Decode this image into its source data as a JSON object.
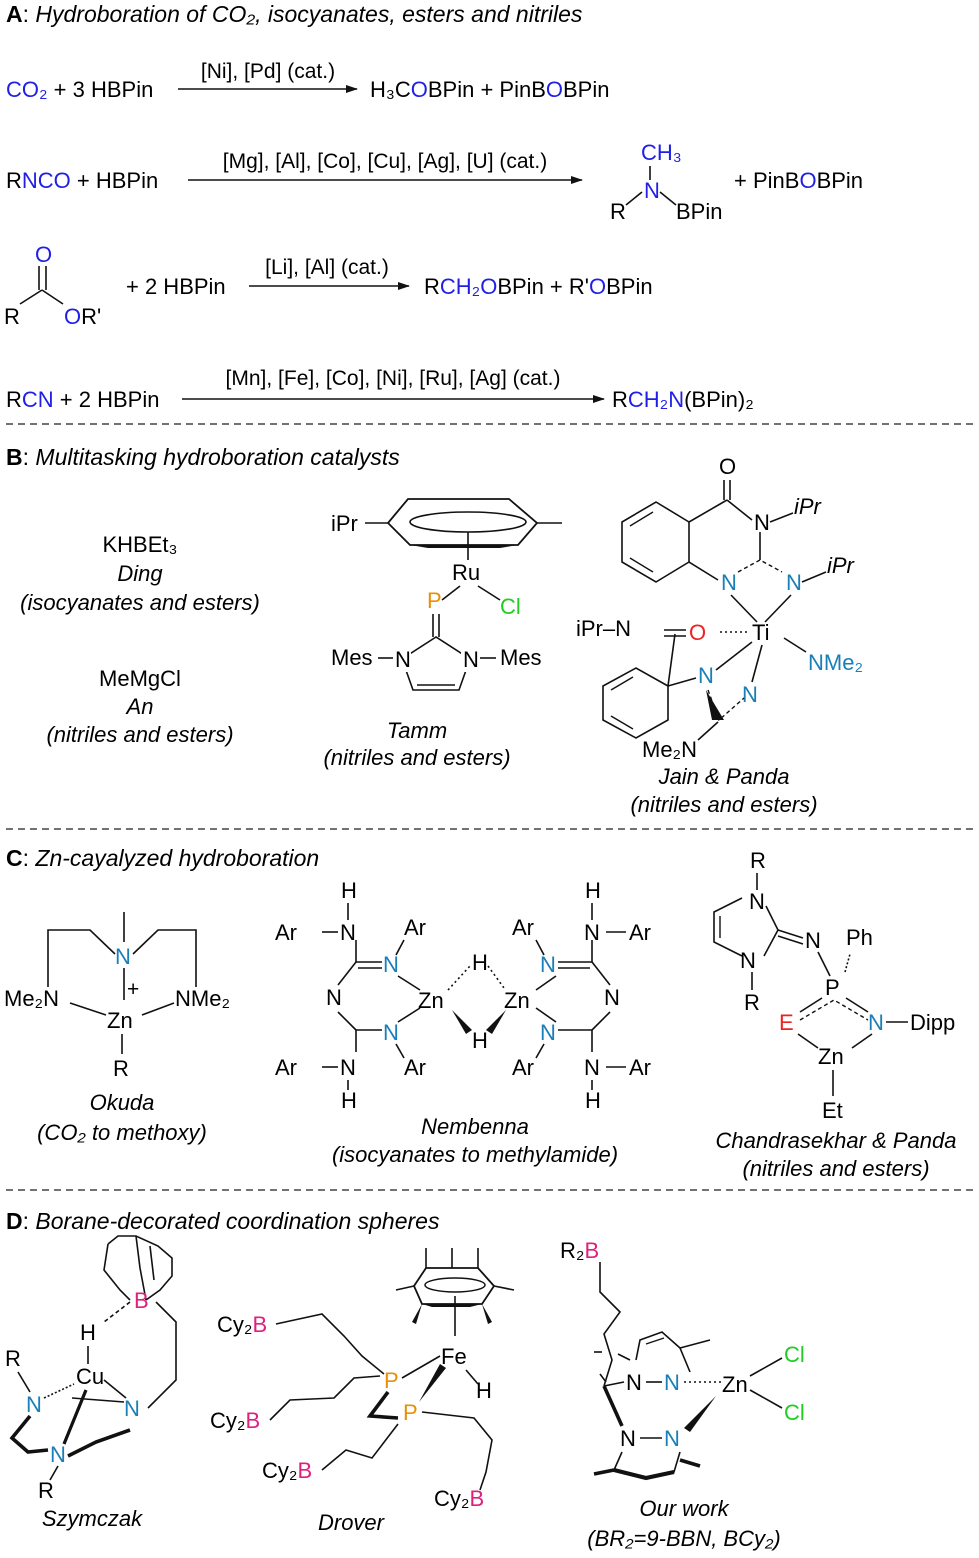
{
  "colors": {
    "blue": "#1f1fe6",
    "teal": "#1a7fb8",
    "orange": "#e8900a",
    "green": "#22cc22",
    "red": "#ee2222",
    "magenta": "#e0207f",
    "black": "#111111"
  },
  "sectionA": {
    "label": "A",
    "title": "Hydroboration of CO₂, isocyanates, esters and nitriles",
    "r1": {
      "lhs_a": "CO₂",
      "lhs_b": " + 3 HBPin",
      "cond": "[Ni], [Pd] (cat.)",
      "rhs_a": "H₃C",
      "rhs_b": "O",
      "rhs_c": "BPin + PinB",
      "rhs_d": "O",
      "rhs_e": "BPin"
    },
    "r2": {
      "lhs_a": "R",
      "lhs_b": "NCO",
      "lhs_c": " + HBPin",
      "cond": "[Mg], [Al],  [Co], [Cu], [Ag], [U] (cat.)",
      "ch3": "CH₃",
      "n": "N",
      "r": "R",
      "bpin": "BPin",
      "rhs_a": "+ PinB",
      "rhs_b": "O",
      "rhs_c": "BPin"
    },
    "r3": {
      "o1": "O",
      "r": "R",
      "o2": "O",
      "rprime": "R'",
      "plus": "+ 2 HBPin",
      "cond": "[Li], [Al] (cat.)",
      "rhs_a": "R",
      "rhs_b": "CH₂O",
      "rhs_c": "BPin + R'",
      "rhs_d": "O",
      "rhs_e": "BPin"
    },
    "r4": {
      "lhs_a": "R",
      "lhs_b": "CN",
      "lhs_c": " + 2 HBPin",
      "cond": "[Mn], [Fe], [Co], [Ni], [Ru], [Ag] (cat.)",
      "rhs_a": "R",
      "rhs_b": "CH₂N",
      "rhs_c": "(BPin)₂"
    }
  },
  "sectionB": {
    "label": "B",
    "title": "Multitasking hydroboration catalysts",
    "ding": {
      "formula": "KHBEt₃",
      "name": "Ding",
      "scope": "(isocyanates and esters)"
    },
    "an": {
      "formula": "MeMgCl",
      "name": "An",
      "scope": "(nitriles and esters)"
    },
    "tamm": {
      "ipr": "iPr",
      "ru": "Ru",
      "p": "P",
      "cl": "Cl",
      "mes1": "Mes",
      "mes2": "Mes",
      "n1": "N",
      "n2": "N",
      "name": "Tamm",
      "scope": "(nitriles and esters)"
    },
    "jain": {
      "o": "O",
      "n_top": "N",
      "ipr1": "iPr",
      "ipr2": "iPr",
      "n_a": "N",
      "n_b": "N",
      "ipr_n": "iPr–N",
      "o2": "O",
      "ti": "Ti",
      "nme2": "NMe₂",
      "n_c": "N",
      "n_d": "N",
      "me2n": "Me₂N",
      "name": "Jain & Panda",
      "scope": "(nitriles and esters)"
    }
  },
  "sectionC": {
    "label": "C",
    "title": "Zn-cayalyzed hydroboration",
    "okuda": {
      "n_top": "N",
      "me2n": "Me₂N",
      "nme2": "NMe₂",
      "zn": "Zn",
      "plus": "+",
      "r": "R",
      "name": "Okuda",
      "scope": "(CO₂ to methoxy)"
    },
    "nembenna": {
      "h": "H",
      "ar": "Ar",
      "n": "N",
      "zn": "Zn",
      "name": "Nembenna",
      "scope": "(isocyanates to methylamide)"
    },
    "chandra": {
      "r1": "R",
      "n1": "N",
      "n2": "N",
      "r2": "R",
      "n3": "N",
      "ph": "Ph",
      "p": "P",
      "e": "E",
      "n4": "N",
      "dipp": "Dipp",
      "zn": "Zn",
      "et": "Et",
      "name": "Chandrasekhar & Panda",
      "scope": "(nitriles and esters)"
    }
  },
  "sectionD": {
    "label": "D",
    "title": "Borane-decorated coordination spheres",
    "szym": {
      "b": "B",
      "h": "H",
      "r1": "R",
      "cu": "Cu",
      "n1": "N",
      "n2": "N",
      "n3": "N",
      "r2": "R",
      "name": "Szymczak"
    },
    "drover": {
      "cy2": "Cy₂",
      "b": "B",
      "fe": "Fe",
      "h": "H",
      "p": "P",
      "name": "Drover"
    },
    "ours": {
      "r2": "R₂",
      "b": "B",
      "n1": "N",
      "n2": "N",
      "zn": "Zn",
      "cl1": "Cl",
      "cl2": "Cl",
      "n3": "N",
      "n4": "N",
      "name": "Our work",
      "scope": "(BR₂=9-BBN, BCy₂)"
    }
  }
}
